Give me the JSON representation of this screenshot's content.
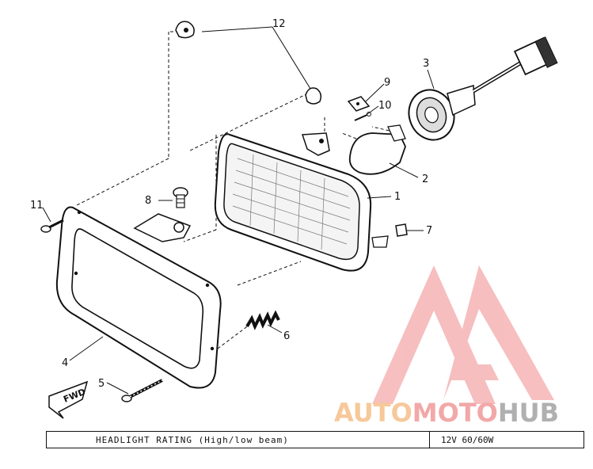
{
  "callouts": {
    "c1": "1",
    "c2": "2",
    "c3": "3",
    "c4": "4",
    "c5": "5",
    "c6": "6",
    "c7": "7",
    "c8": "8",
    "c9": "9",
    "c10": "10",
    "c11": "11",
    "c12": "12"
  },
  "fwd_label": "FWD",
  "rating": {
    "label": "HEADLIGHT RATING (High/low beam)",
    "value": "12V 60/60W"
  },
  "watermark": {
    "part1": "AUTO",
    "part2": "MOTO",
    "part3": "HUB",
    "colors": {
      "auto": "#f6c89a",
      "moto": "#f2a8a8",
      "hub": "#b0b0b0",
      "logo": "#f08a8a"
    }
  }
}
